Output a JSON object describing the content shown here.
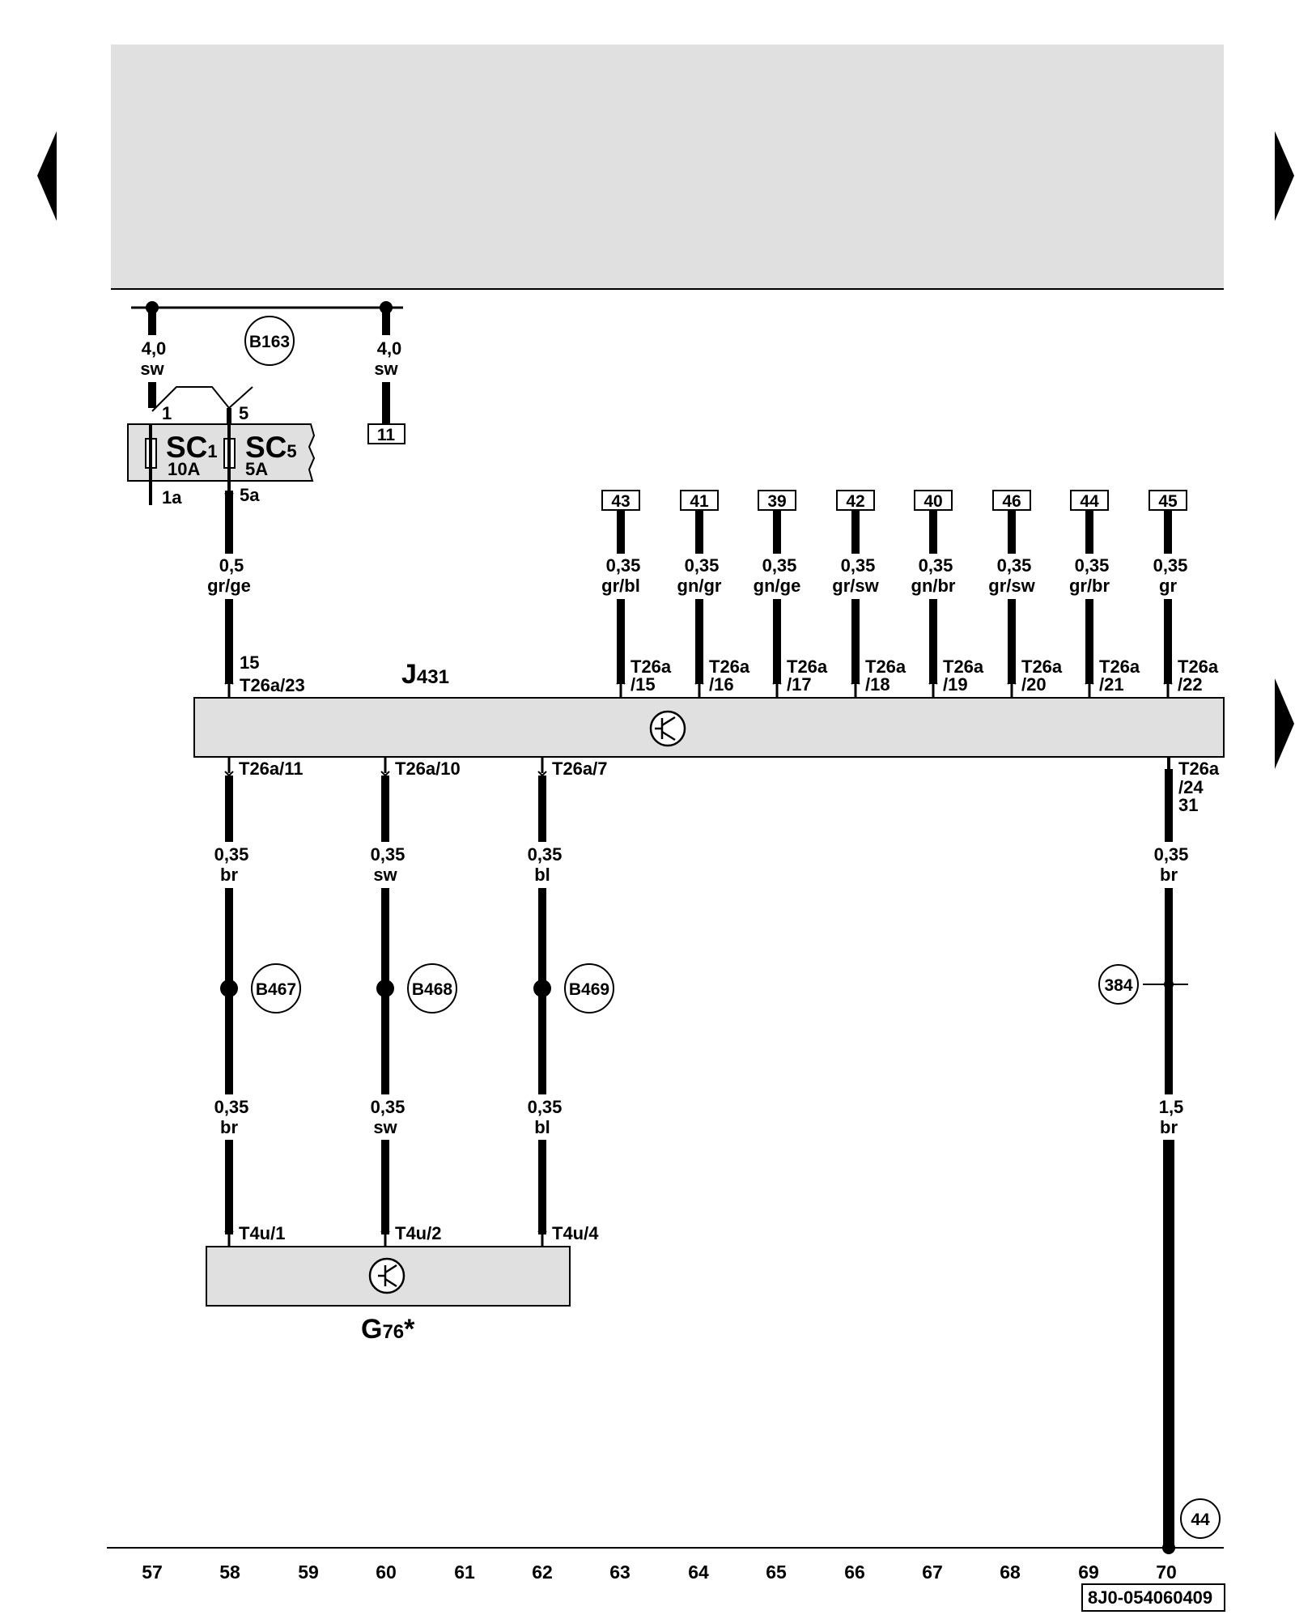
{
  "navigation": {
    "prev_page_icon": "triangle-left",
    "next_page_icon": "triangle-right"
  },
  "colors": {
    "panel_fill": "#e0e0e0",
    "wire": "#000000",
    "background": "#ffffff"
  },
  "fuse_panel": {
    "main_label": "SC",
    "fuse1_sub": "1",
    "fuse1_rating": "10A",
    "fuse2_sub": "5",
    "fuse2_rating": "5A",
    "pin_in_1": "1",
    "pin_in_5": "5",
    "pin_out_1a": "1a",
    "pin_out_5a": "5a"
  },
  "top_wires": {
    "left": {
      "gauge": "4,0",
      "color": "sw"
    },
    "right": {
      "gauge": "4,0",
      "color": "sw"
    },
    "connector_B163": "B163",
    "ref_11": "11"
  },
  "wire_5a": {
    "gauge": "0,5",
    "color": "gr/ge",
    "terminal_num": "15",
    "pin": "T26a/23"
  },
  "J431": {
    "name": "J",
    "sub": "431"
  },
  "upper_signals": [
    {
      "ref": "43",
      "gauge": "0,35",
      "color": "gr/bl",
      "pin_a": "T26a",
      "pin_b": "/15"
    },
    {
      "ref": "41",
      "gauge": "0,35",
      "color": "gn/gr",
      "pin_a": "T26a",
      "pin_b": "/16"
    },
    {
      "ref": "39",
      "gauge": "0,35",
      "color": "gn/ge",
      "pin_a": "T26a",
      "pin_b": "/17"
    },
    {
      "ref": "42",
      "gauge": "0,35",
      "color": "gr/sw",
      "pin_a": "T26a",
      "pin_b": "/18"
    },
    {
      "ref": "40",
      "gauge": "0,35",
      "color": "gn/br",
      "pin_a": "T26a",
      "pin_b": "/19"
    },
    {
      "ref": "46",
      "gauge": "0,35",
      "color": "gr/sw",
      "pin_a": "T26a",
      "pin_b": "/20"
    },
    {
      "ref": "44",
      "gauge": "0,35",
      "color": "gr/br",
      "pin_a": "T26a",
      "pin_b": "/21"
    },
    {
      "ref": "45",
      "gauge": "0,35",
      "color": "gr",
      "pin_a": "T26a",
      "pin_b": "/22"
    }
  ],
  "lower_signals": [
    {
      "pin": "T26a/11",
      "upper_gauge": "0,35",
      "upper_color": "br",
      "connector": "B467",
      "lower_gauge": "0,35",
      "lower_color": "br",
      "g_pin": "T4u/1"
    },
    {
      "pin": "T26a/10",
      "upper_gauge": "0,35",
      "upper_color": "sw",
      "connector": "B468",
      "lower_gauge": "0,35",
      "lower_color": "sw",
      "g_pin": "T4u/2"
    },
    {
      "pin": "T26a/7",
      "upper_gauge": "0,35",
      "upper_color": "bl",
      "connector": "B469",
      "lower_gauge": "0,35",
      "lower_color": "bl",
      "g_pin": "T4u/4"
    }
  ],
  "ground_wire": {
    "pin_a": "T26a",
    "pin_b": "/24",
    "terminal_num": "31",
    "upper_gauge": "0,35",
    "upper_color": "br",
    "splice": "384",
    "lower_gauge": "1,5",
    "lower_color": "br",
    "ground_ref": "44"
  },
  "G76": {
    "name": "G",
    "sub": "76",
    "suffix": "*"
  },
  "columns": [
    "57",
    "58",
    "59",
    "60",
    "61",
    "62",
    "63",
    "64",
    "65",
    "66",
    "67",
    "68",
    "69",
    "70"
  ],
  "doc_code": "8J0-054060409"
}
